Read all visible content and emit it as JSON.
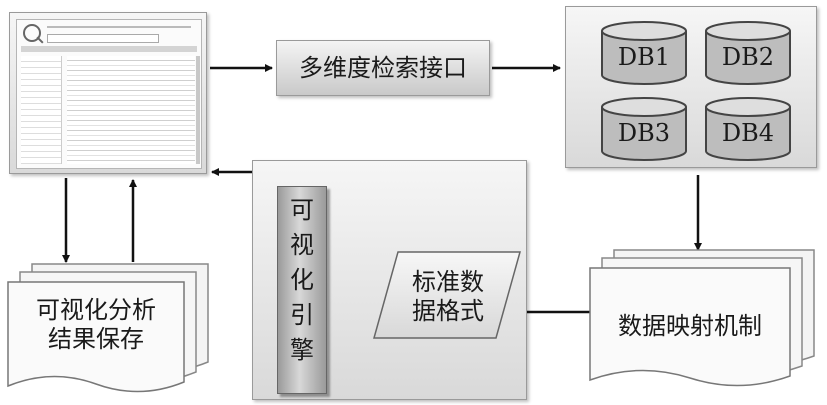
{
  "diagram": {
    "search_interface": "多维度检索接口",
    "databases": [
      "DB1",
      "DB2",
      "DB3",
      "DB4"
    ],
    "mapping": "数据映射机制",
    "standard_format": [
      "标准数",
      "据格式"
    ],
    "engine_chars": [
      "可",
      "视",
      "化",
      "引",
      "擎"
    ],
    "save_result": [
      "可视化分析",
      "结果保存"
    ]
  }
}
